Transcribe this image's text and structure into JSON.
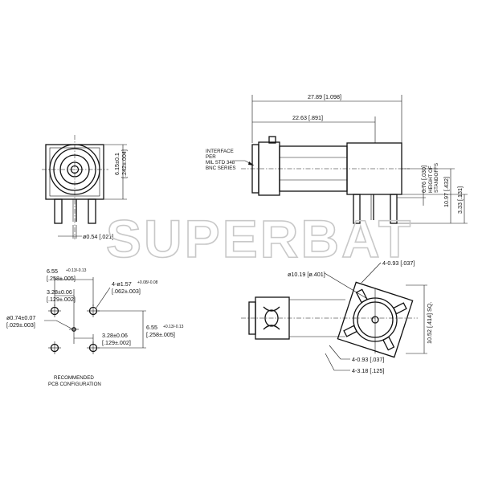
{
  "watermark": "SUPERBAT",
  "front_view": {
    "height_dim": "6.15±0.1",
    "height_dim_in": "[.242±.004]",
    "pin_dia_dim": "ø0.54 [.021]"
  },
  "side_view": {
    "overall_length": "27.89 [1.098]",
    "body_length": "22.63 [.891]",
    "interface_note": [
      "INTERFACE",
      "PER",
      "MIL STD 348",
      "BNC SERIES"
    ],
    "standoff_dim": "0.76 [.030]",
    "standoff_label": [
      "HEIGHT OF",
      "STANDOFFS"
    ],
    "center_height": "10.97 [.432]",
    "pin_length": "3.33 [.131]"
  },
  "pcb_view": {
    "hole_spacing_top": "6.55",
    "hole_spacing_top_tol": "+0.13/-0.13",
    "hole_spacing_top_in": "[.258±.005]",
    "hole_half_spacing": "3.28±0.06",
    "hole_half_spacing_in": "[.129±.002]",
    "mount_hole": "4-ø1.57",
    "mount_hole_tol": "+0.08/-0.08",
    "mount_hole_in": "[.062±.003]",
    "center_hole": "ø0.74±0.07",
    "center_hole_in": "[.029±.003]",
    "half_spacing_lower": "3.28±0.06",
    "half_spacing_lower_in": "[.129±.002]",
    "hole_spacing_right": "6.55",
    "hole_spacing_right_tol": "+0.13/-0.13",
    "hole_spacing_right_in": "[.258±.005]",
    "caption": [
      "RECOMMENDED",
      "PCB CONFIGURATION"
    ]
  },
  "bottom_view": {
    "flange_dia": "ø10.19 [ø.401]",
    "post_size_top": "4-0.93 [.037]",
    "square_size": "10.52 [.414] SQ.",
    "post_size_bottom": "4-0.93 [.037]",
    "post_length": "4-3.18 [.125]"
  }
}
